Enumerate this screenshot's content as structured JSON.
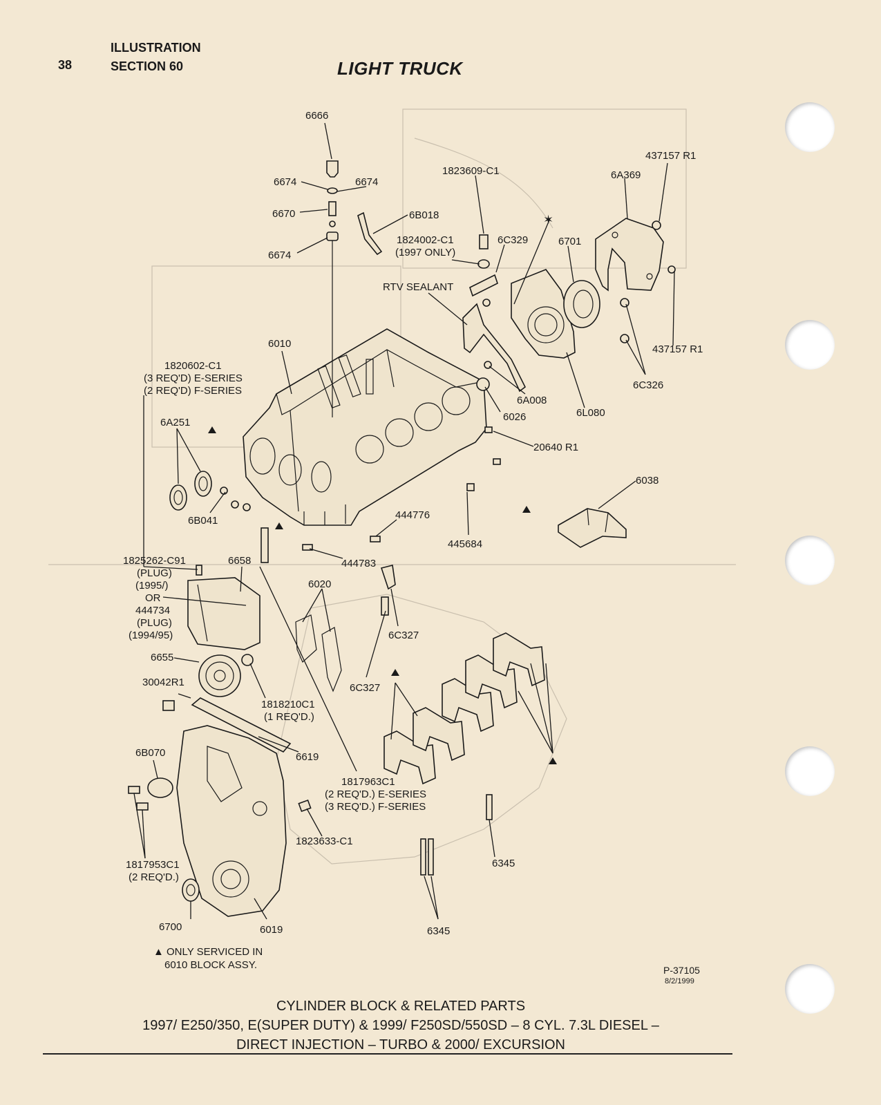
{
  "header": {
    "page_number": "38",
    "line1": "ILLUSTRATION",
    "line2": "SECTION 60",
    "title": "LIGHT TRUCK"
  },
  "callouts": {
    "c6666": "6666",
    "c6674a": "6674",
    "c6674b": "6674",
    "c6670": "6670",
    "c6674c": "6674",
    "c6B018": "6B018",
    "c1823609": "1823609-C1",
    "c1824002": "1824002-C1",
    "c1824002b": "(1997 ONLY)",
    "c6C329": "6C329",
    "c6701": "6701",
    "c6A369": "6A369",
    "c437157a": "437157 R1",
    "c437157b": "437157 R1",
    "rtv": "RTV SEALANT",
    "c6010": "6010",
    "c1820602": "1820602-C1",
    "c1820602b": "(3 REQ'D) E-SERIES",
    "c1820602c": "(2 REQ'D) F-SERIES",
    "c6C326": "6C326",
    "c6A008": "6A008",
    "c6026": "6026",
    "c6L080": "6L080",
    "c20640": "20640 R1",
    "c6A251": "6A251",
    "c6038": "6038",
    "c6B041": "6B041",
    "c444776": "444776",
    "c445684": "445684",
    "c1825262": "1825262-C91",
    "c1825262b": "(PLUG)",
    "c1825262c": "(1995/)",
    "c_or": "OR",
    "c444734": "444734",
    "c444734b": "(PLUG)",
    "c444734c": "(1994/95)",
    "c6658": "6658",
    "c444783": "444783",
    "c6020": "6020",
    "c6C327a": "6C327",
    "c6C327b": "6C327",
    "c6655": "6655",
    "c30042": "30042R1",
    "c1818210": "1818210C1",
    "c1818210b": "(1 REQ'D.)",
    "c6619": "6619",
    "c6B070": "6B070",
    "c1817963": "1817963C1",
    "c1817963b": "(2 REQ'D.) E-SERIES",
    "c1817963c": "(3 REQ'D.) F-SERIES",
    "c1823633": "1823633-C1",
    "c1817953": "1817953C1",
    "c1817953b": "(2 REQ'D.)",
    "c6345a": "6345",
    "c6345b": "6345",
    "c6700": "6700",
    "c6019": "6019"
  },
  "note": {
    "line1": "▲ ONLY SERVICED IN",
    "line2": "6010 BLOCK ASSY."
  },
  "figure": {
    "number": "P-37105",
    "date": "8/2/1999"
  },
  "caption": {
    "line1": "CYLINDER BLOCK & RELATED PARTS",
    "line2": "1997/ E250/350, E(SUPER DUTY) & 1999/ F250SD/550SD – 8 CYL. 7.3L DIESEL –",
    "line3": "DIRECT INJECTION – TURBO & 2000/ EXCURSION"
  },
  "colors": {
    "paper": "#f3e8d3",
    "ink": "#1a1a1a",
    "bleed_through": "#c9bfae"
  }
}
